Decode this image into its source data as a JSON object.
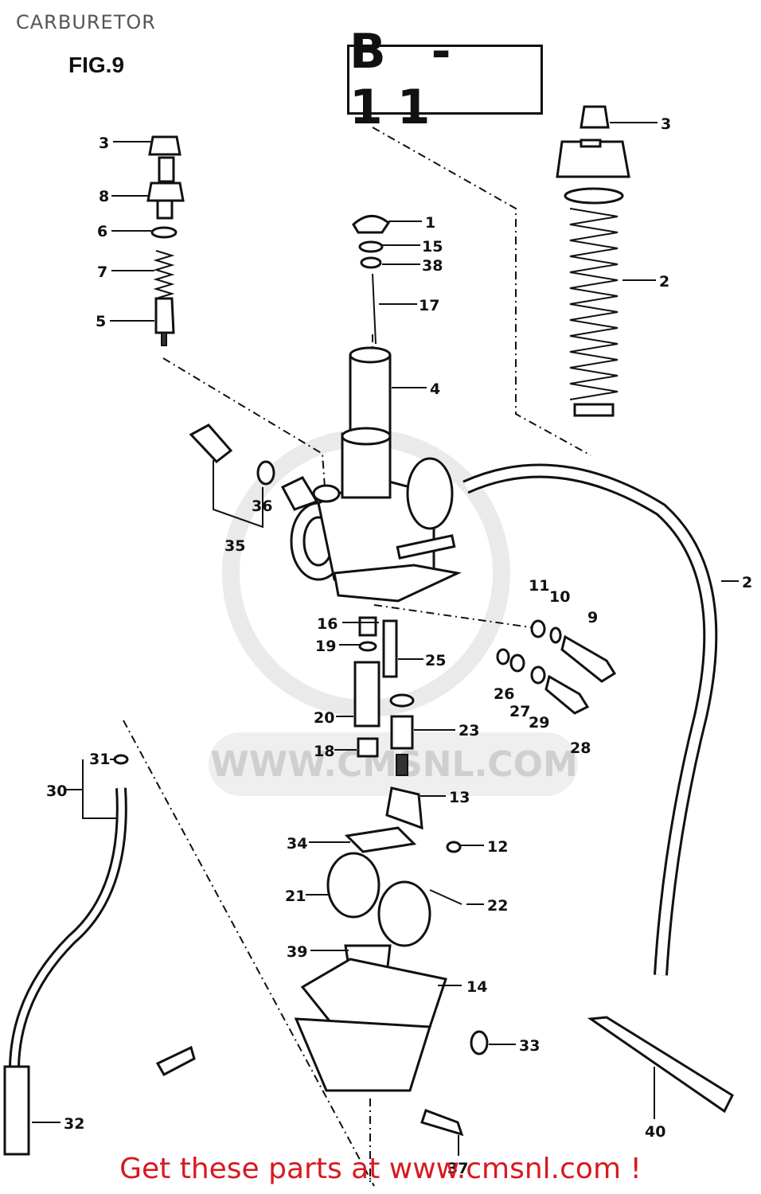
{
  "header": {
    "title": "CARBURETOR"
  },
  "figure": {
    "label": "FIG.9",
    "section_code": "B - 11"
  },
  "watermark": {
    "text": "WWW.CMSNL.COM"
  },
  "footer": {
    "cta": "Get these parts at www.cmsnl.com !"
  },
  "callouts": [
    {
      "id": "c3a",
      "label": "3"
    },
    {
      "id": "c8",
      "label": "8"
    },
    {
      "id": "c6",
      "label": "6"
    },
    {
      "id": "c7",
      "label": "7"
    },
    {
      "id": "c5",
      "label": "5"
    },
    {
      "id": "c3b",
      "label": "3"
    },
    {
      "id": "c2a",
      "label": "2"
    },
    {
      "id": "c1",
      "label": "1"
    },
    {
      "id": "c15",
      "label": "15"
    },
    {
      "id": "c38",
      "label": "38"
    },
    {
      "id": "c17",
      "label": "17"
    },
    {
      "id": "c4",
      "label": "4"
    },
    {
      "id": "c36",
      "label": "36"
    },
    {
      "id": "c35",
      "label": "35"
    },
    {
      "id": "c2b",
      "label": "2"
    },
    {
      "id": "c11",
      "label": "11"
    },
    {
      "id": "c10",
      "label": "10"
    },
    {
      "id": "c9",
      "label": "9"
    },
    {
      "id": "c16",
      "label": "16"
    },
    {
      "id": "c19",
      "label": "19"
    },
    {
      "id": "c25",
      "label": "25"
    },
    {
      "id": "c26",
      "label": "26"
    },
    {
      "id": "c27",
      "label": "27"
    },
    {
      "id": "c29",
      "label": "29"
    },
    {
      "id": "c28",
      "label": "28"
    },
    {
      "id": "c20",
      "label": "20"
    },
    {
      "id": "c23",
      "label": "23"
    },
    {
      "id": "c18",
      "label": "18"
    },
    {
      "id": "c31",
      "label": "31"
    },
    {
      "id": "c30",
      "label": "30"
    },
    {
      "id": "c13",
      "label": "13"
    },
    {
      "id": "c34",
      "label": "34"
    },
    {
      "id": "c12",
      "label": "12"
    },
    {
      "id": "c21",
      "label": "21"
    },
    {
      "id": "c22",
      "label": "22"
    },
    {
      "id": "c39",
      "label": "39"
    },
    {
      "id": "c14",
      "label": "14"
    },
    {
      "id": "c33",
      "label": "33"
    },
    {
      "id": "c32",
      "label": "32"
    },
    {
      "id": "c40",
      "label": "40"
    },
    {
      "id": "c37",
      "label": "37"
    }
  ]
}
